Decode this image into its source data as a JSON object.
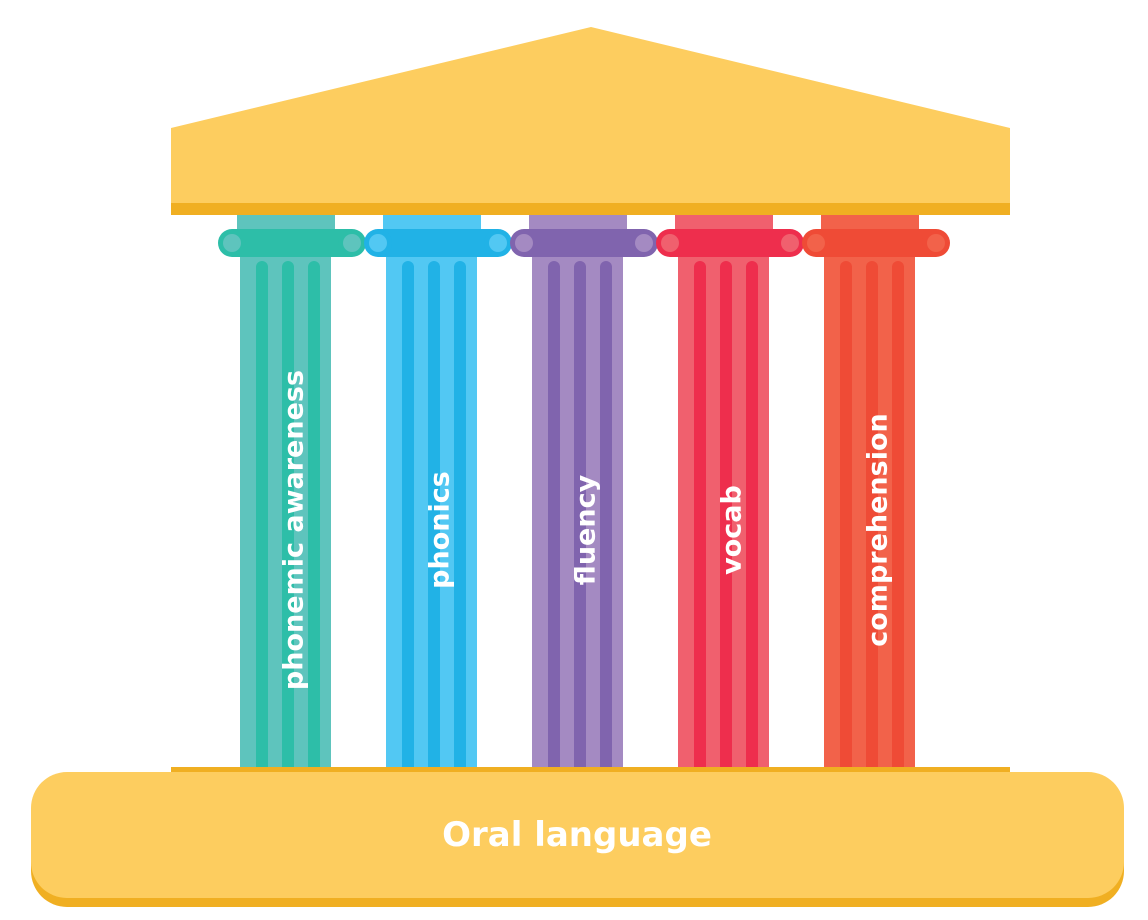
{
  "roof": {
    "color": "#FDCD5F",
    "shadow": "#F0AF22"
  },
  "base": {
    "label": "Oral language",
    "color": "#FDCD5F",
    "shadow": "#F0AF22"
  },
  "pillars": [
    {
      "label": "phonemic awareness",
      "light": "#5EC4BD",
      "dark": "#2DBEA8"
    },
    {
      "label": "phonics",
      "light": "#52C8F3",
      "dark": "#21B2E6"
    },
    {
      "label": "fluency",
      "light": "#A48AC2",
      "dark": "#8064AE"
    },
    {
      "label": "vocab",
      "light": "#F0606E",
      "dark": "#EE2E4D"
    },
    {
      "label": "comprehension",
      "light": "#F2624A",
      "dark": "#EF4B36"
    }
  ]
}
